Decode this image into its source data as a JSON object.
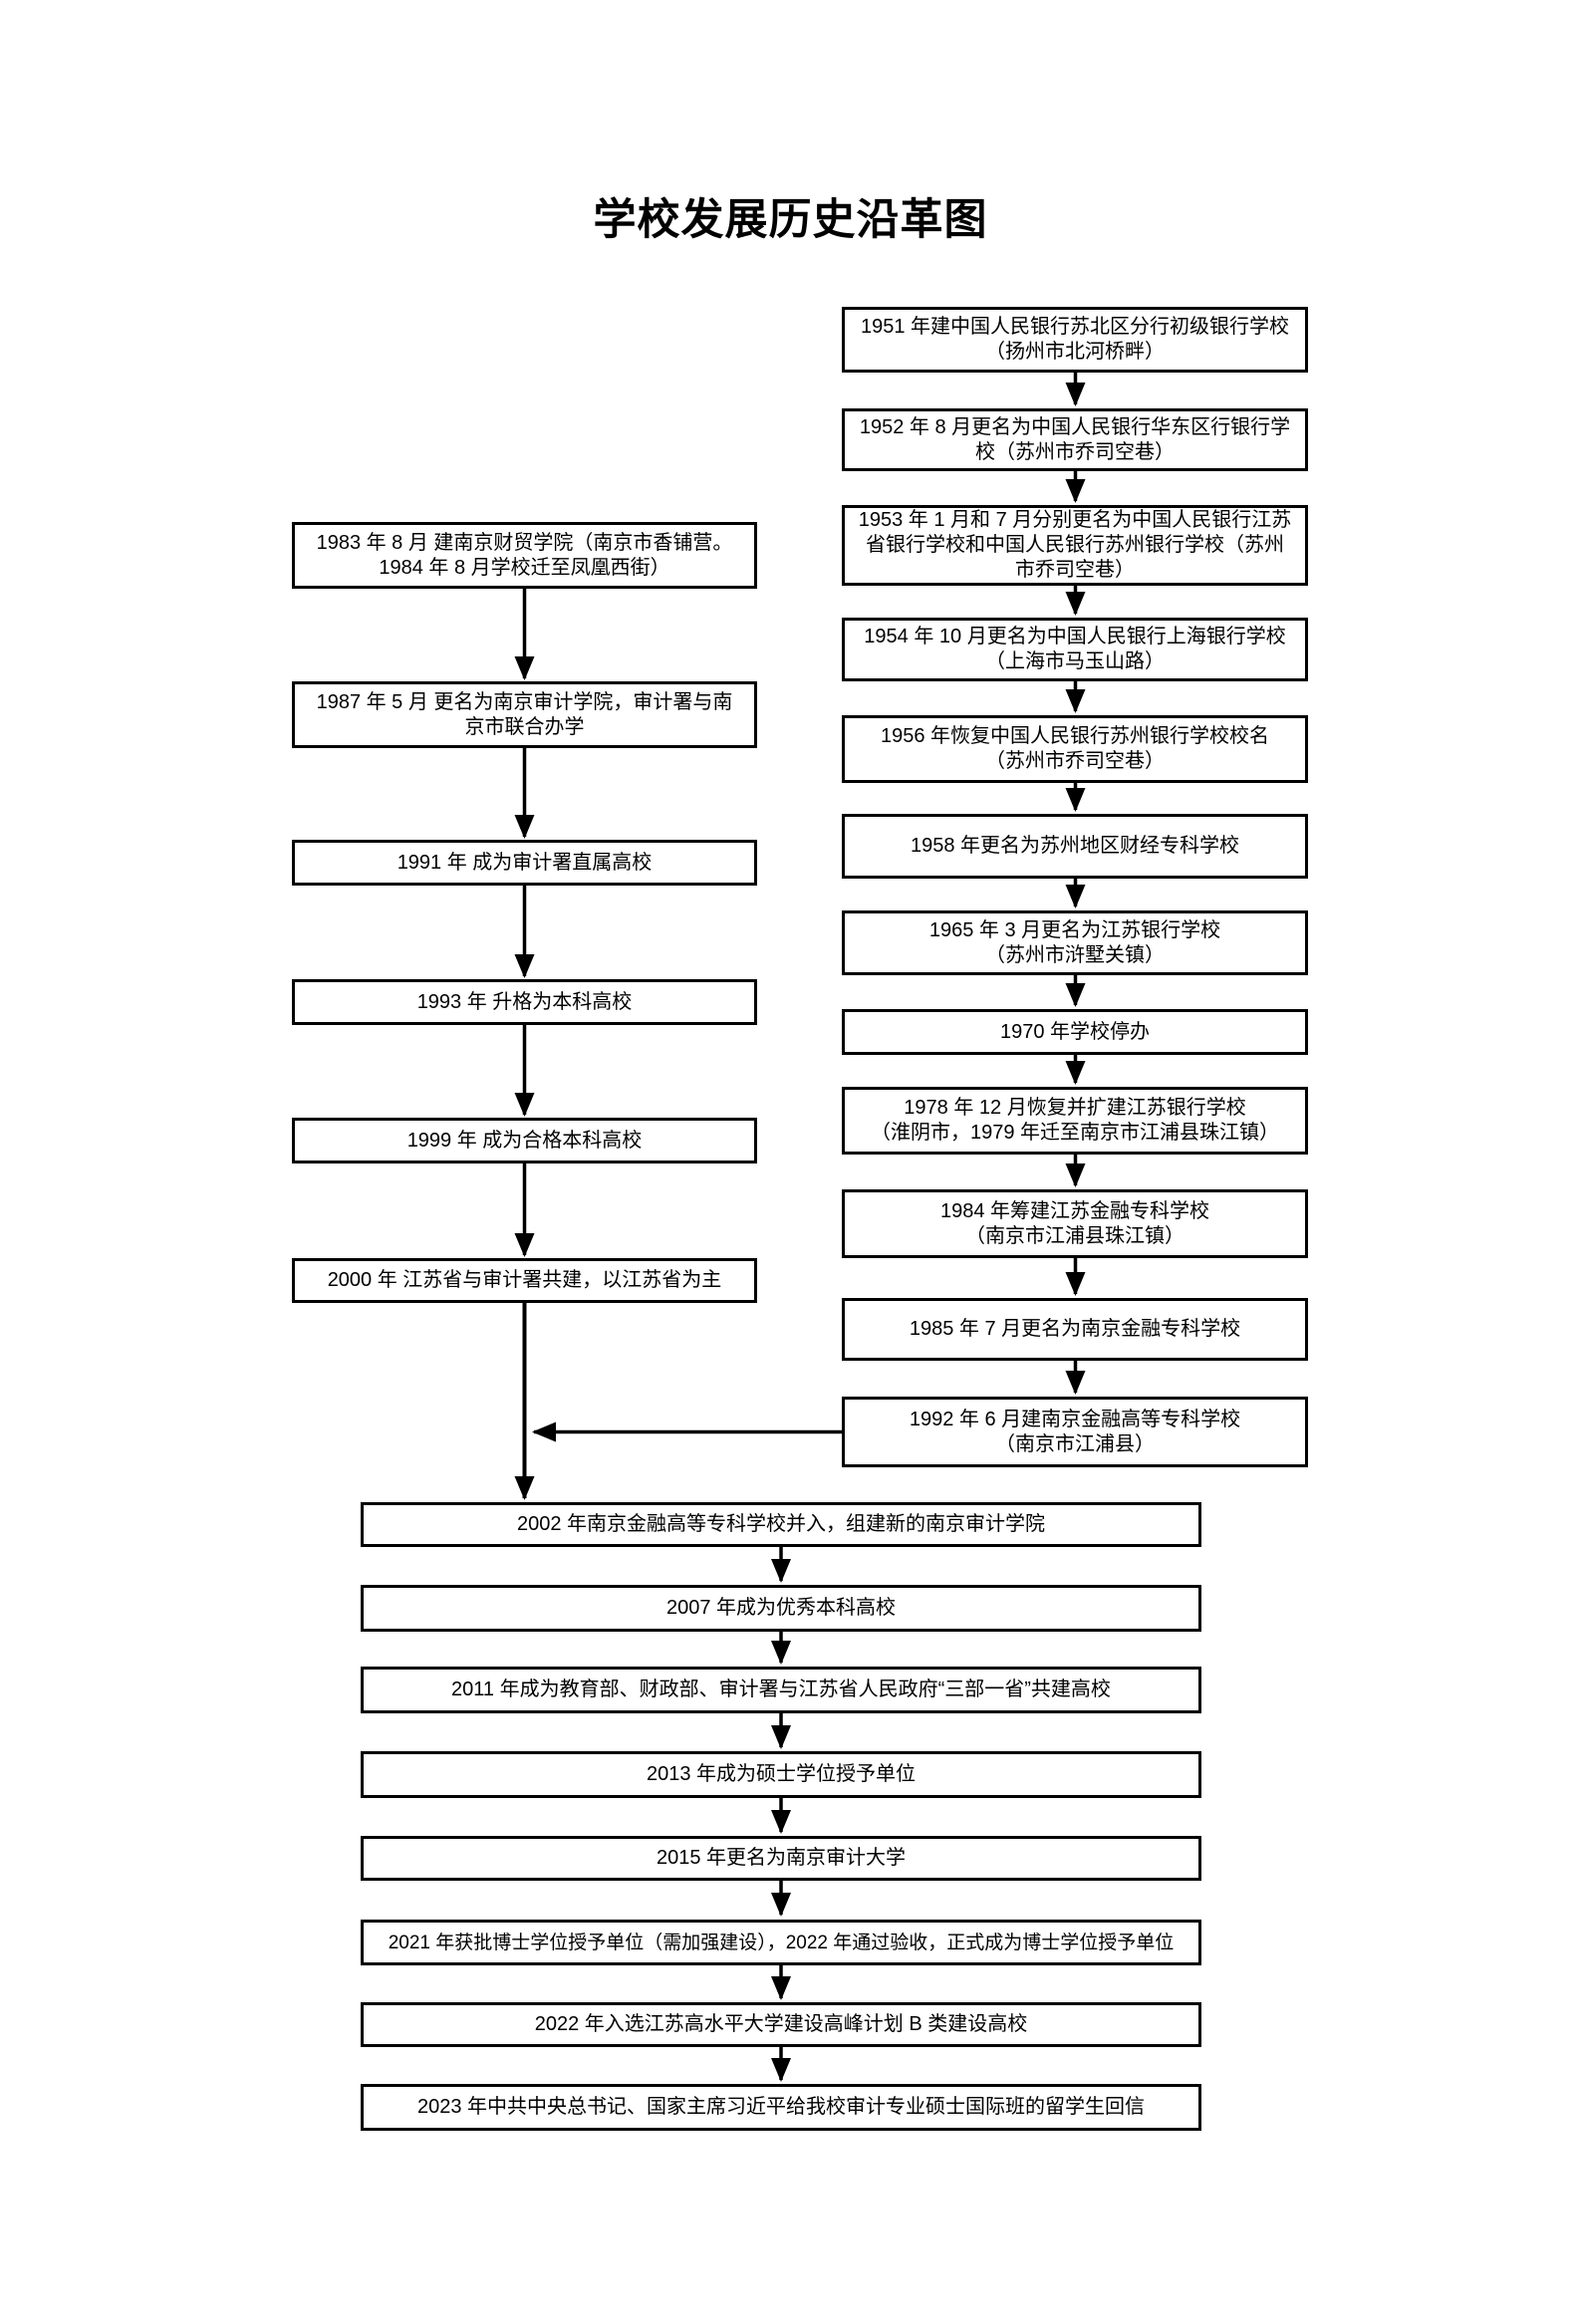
{
  "page_title": "学校发展历史沿革图",
  "flowchart": {
    "right_branch": {
      "nodes": [
        "1951 年建中国人民银行苏北区分行初级银行学校\n（扬州市北河桥畔）",
        "1952 年 8 月更名为中国人民银行华东区行银行学\n校（苏州市乔司空巷）",
        "1953 年 1 月和 7 月分别更名为中国人民银行江苏\n省银行学校和中国人民银行苏州银行学校（苏州\n市乔司空巷）",
        "1954 年 10 月更名为中国人民银行上海银行学校\n（上海市马玉山路）",
        "1956 年恢复中国人民银行苏州银行学校校名\n（苏州市乔司空巷）",
        "1958 年更名为苏州地区财经专科学校",
        "1965 年 3 月更名为江苏银行学校\n（苏州市浒墅关镇）",
        "1970 年学校停办",
        "1978 年 12 月恢复并扩建江苏银行学校\n（淮阴市，1979 年迁至南京市江浦县珠江镇）",
        "1984 年筹建江苏金融专科学校\n（南京市江浦县珠江镇）",
        "1985 年 7 月更名为南京金融专科学校",
        "1992 年 6 月建南京金融高等专科学校\n（南京市江浦县）"
      ]
    },
    "left_branch": {
      "nodes": [
        "1983 年 8 月  建南京财贸学院（南京市香铺营。\n1984 年 8 月学校迁至凤凰西街）",
        "1987 年 5 月  更名为南京审计学院，审计署与南\n京市联合办学",
        "1991 年  成为审计署直属高校",
        "1993 年  升格为本科高校",
        "1999 年  成为合格本科高校",
        "2000 年  江苏省与审计署共建，以江苏省为主"
      ]
    },
    "merged_branch": {
      "nodes": [
        "2002 年南京金融高等专科学校并入，组建新的南京审计学院",
        "2007 年成为优秀本科高校",
        "2011 年成为教育部、财政部、审计署与江苏省人民政府“三部一省”共建高校",
        "2013 年成为硕士学位授予单位",
        "2015 年更名为南京审计大学",
        "2021 年获批博士学位授予单位（需加强建设），2022 年通过验收，正式成为博士学位授予单位",
        "2022 年入选江苏高水平大学建设高峰计划 B 类建设高校",
        "2023 年中共中央总书记、国家主席习近平给我校审计专业硕士国际班的留学生回信"
      ]
    }
  },
  "colors": {
    "background": "#ffffff",
    "box_border": "#000000",
    "text": "#000000",
    "connector": "#000000"
  }
}
